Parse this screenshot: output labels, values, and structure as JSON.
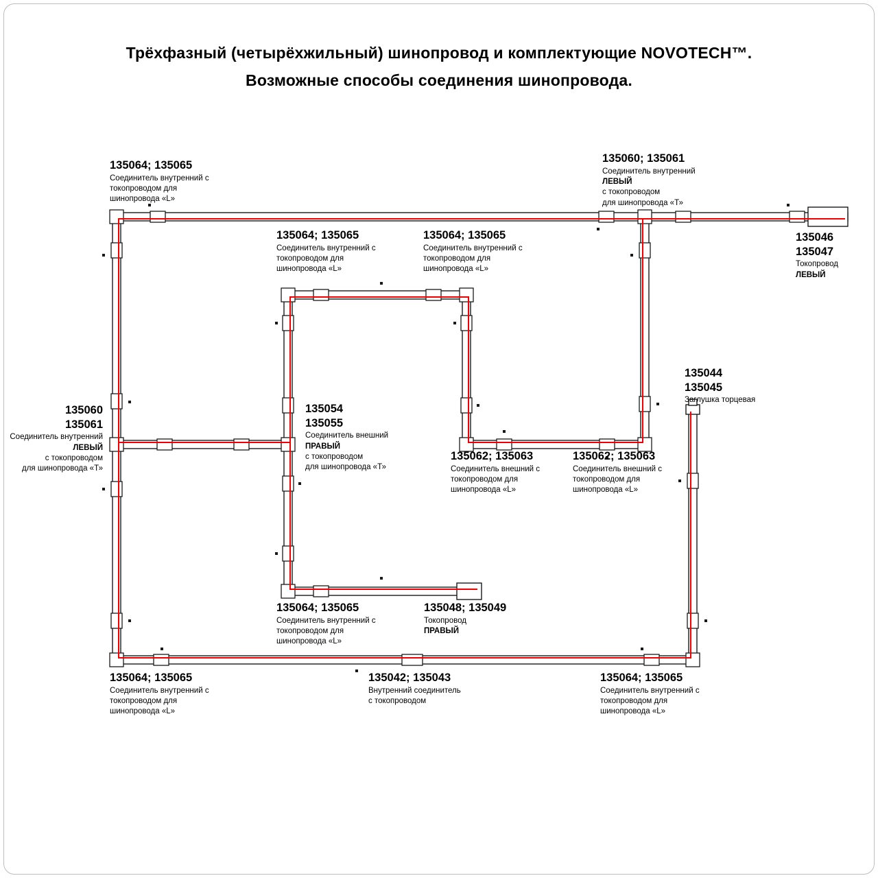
{
  "page": {
    "title_line1": "Трёхфазный (четырёхжильный) шинопровод и комплектующие NOVOTECH™.",
    "title_line2": "Возможные способы соединения шинопровода."
  },
  "colors": {
    "track": "#1a1a1a",
    "conductor": "#f00000"
  },
  "labels": {
    "conn_inner_L": {
      "code": "135064; 135065",
      "line1": "Соединитель внутренний с",
      "line2": "токопроводом для",
      "line3": "шинопровода «L»"
    },
    "conn_outer_L": {
      "code": "135062; 135063",
      "line1": "Соединитель внешний с",
      "line2": "токопроводом для",
      "line3": "шинопровода «L»"
    },
    "conn_inner_T_topright": {
      "code": "135060; 135061",
      "line1": "Соединитель внутренний",
      "line2": "ЛЕВЫЙ",
      "line3": "с токопроводом",
      "line4": "для шинопровода «Т»"
    },
    "conn_inner_T_left": {
      "code1": "135060",
      "code2": "135061",
      "line1": "Соединитель внутренний",
      "line2": "ЛЕВЫЙ",
      "line3": "с токопроводом",
      "line4": "для шинопровода «Т»"
    },
    "conn_outer_T_center": {
      "code1": "135054",
      "code2": "135055",
      "line1": "Соединитель внешний",
      "line2": "ПРАВЫЙ",
      "line3": "с токопроводом",
      "line4": "для шинопровода «Т»"
    },
    "tok_left": {
      "code1": "135046",
      "code2": "135047",
      "line1": "Токопровод",
      "line2": "ЛЕВЫЙ"
    },
    "tok_right": {
      "code": "135048; 135049",
      "line1": "Токопровод",
      "line2": "ПРАВЫЙ"
    },
    "endcap": {
      "code1": "135044",
      "code2": "135045",
      "line1": "Заглушка торцевая"
    },
    "conn_straight": {
      "code": "135042; 135043",
      "line1": "Внутренний соединитель",
      "line2": "с токопроводом"
    }
  }
}
